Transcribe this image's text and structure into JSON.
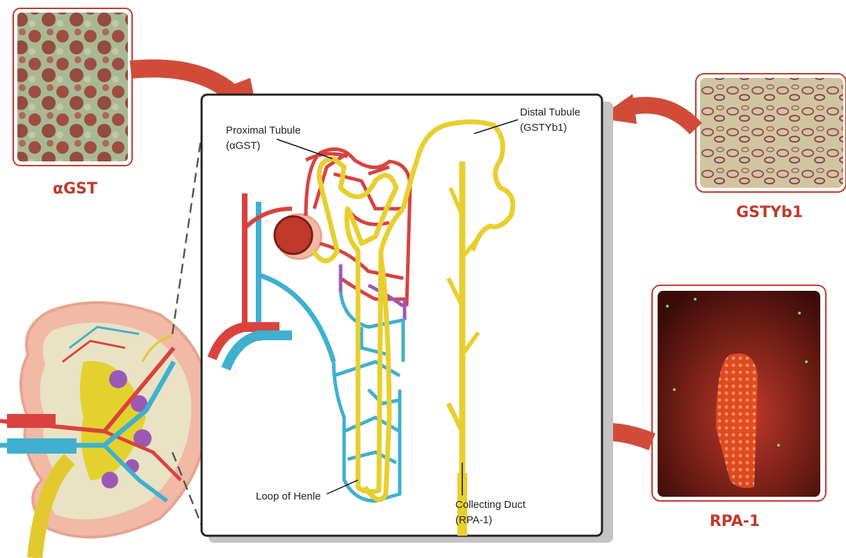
{
  "micrographs": {
    "agst": {
      "label": "αGST"
    },
    "gstyb1": {
      "label": "GSTYb1"
    },
    "rpa1": {
      "label": "RPA-1"
    }
  },
  "nephron": {
    "proximal": {
      "line1": "Proximal Tubule",
      "line2": "(αGST)"
    },
    "distal": {
      "line1": "Distal Tubule",
      "line2": "(GSTYb1)"
    },
    "loop": {
      "line1": "Loop of Henle"
    },
    "collecting": {
      "line1": "Collecting Duct",
      "line2": "(RPA-1)"
    }
  },
  "colors": {
    "artery": "#d9423f",
    "vein": "#3fb0cf",
    "tubule": "#e8cf2e",
    "vasa": "#9b59b6",
    "accent": "#c0392b"
  }
}
